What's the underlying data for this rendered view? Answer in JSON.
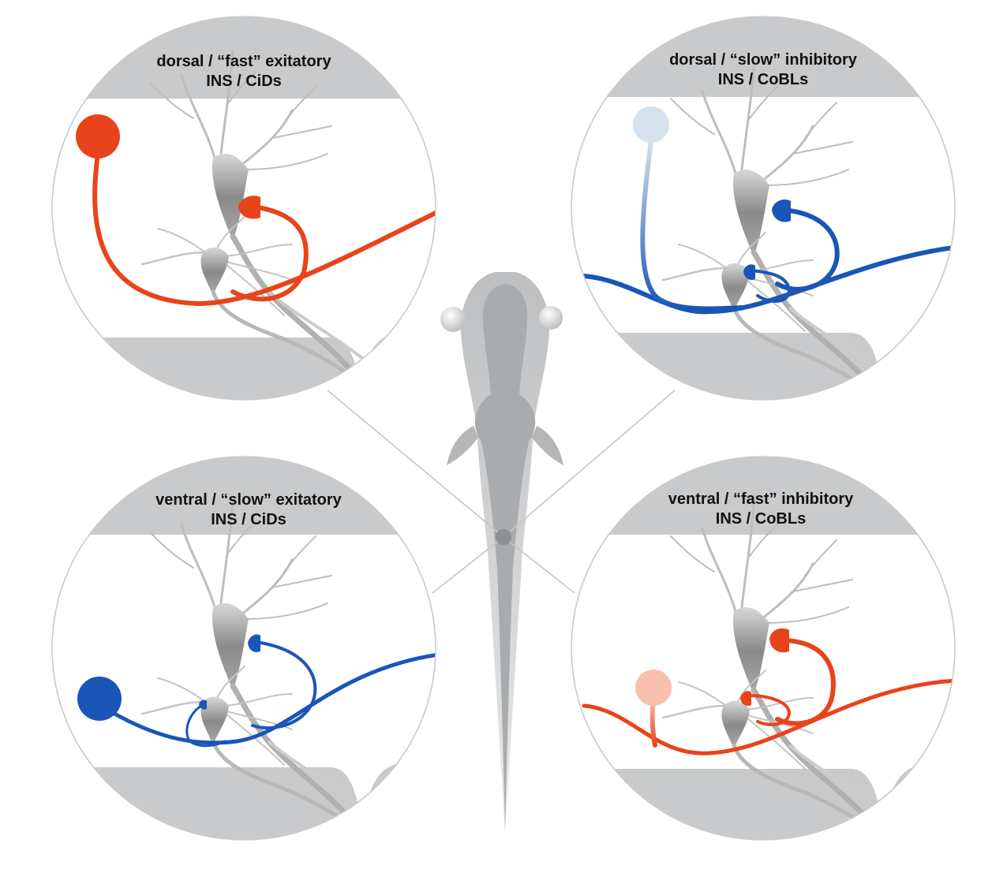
{
  "panels": [
    {
      "id": "dorsal-fast-excitatory",
      "title_line1": "dorsal / “fast”  exitatory",
      "title_line2": "INS / CiDs",
      "accent": "#e8431a",
      "soma_color": "#e8431a",
      "cell_type": "excitatory",
      "position": "dorsal",
      "speed": "fast"
    },
    {
      "id": "dorsal-slow-inhibitory",
      "title_line1": "dorsal / “slow” inhibitory",
      "title_line2": "INS / CoBLs",
      "accent": "#1a55b8",
      "soma_color": "#d5e1ec",
      "cell_type": "inhibitory",
      "position": "dorsal",
      "speed": "slow"
    },
    {
      "id": "ventral-slow-excitatory",
      "title_line1": "ventral / “slow” exitatory",
      "title_line2": "INS / CiDs",
      "accent": "#1a55b8",
      "soma_color": "#1a55b8",
      "cell_type": "excitatory",
      "position": "ventral",
      "speed": "slow"
    },
    {
      "id": "ventral-fast-inhibitory",
      "title_line1": "ventral / “fast” inhibitory",
      "title_line2": "INS / CoBLs",
      "accent": "#e8431a",
      "soma_color": "#f9c0ad",
      "cell_type": "inhibitory",
      "position": "ventral",
      "speed": "fast"
    }
  ],
  "colors": {
    "excitatory_red": "#e8431a",
    "inhibitory_blue": "#1a55b8",
    "neuron_gray": "#9a9a9a",
    "header_gray": "#c8cacc",
    "fish_gray": "#b4b6b8"
  }
}
